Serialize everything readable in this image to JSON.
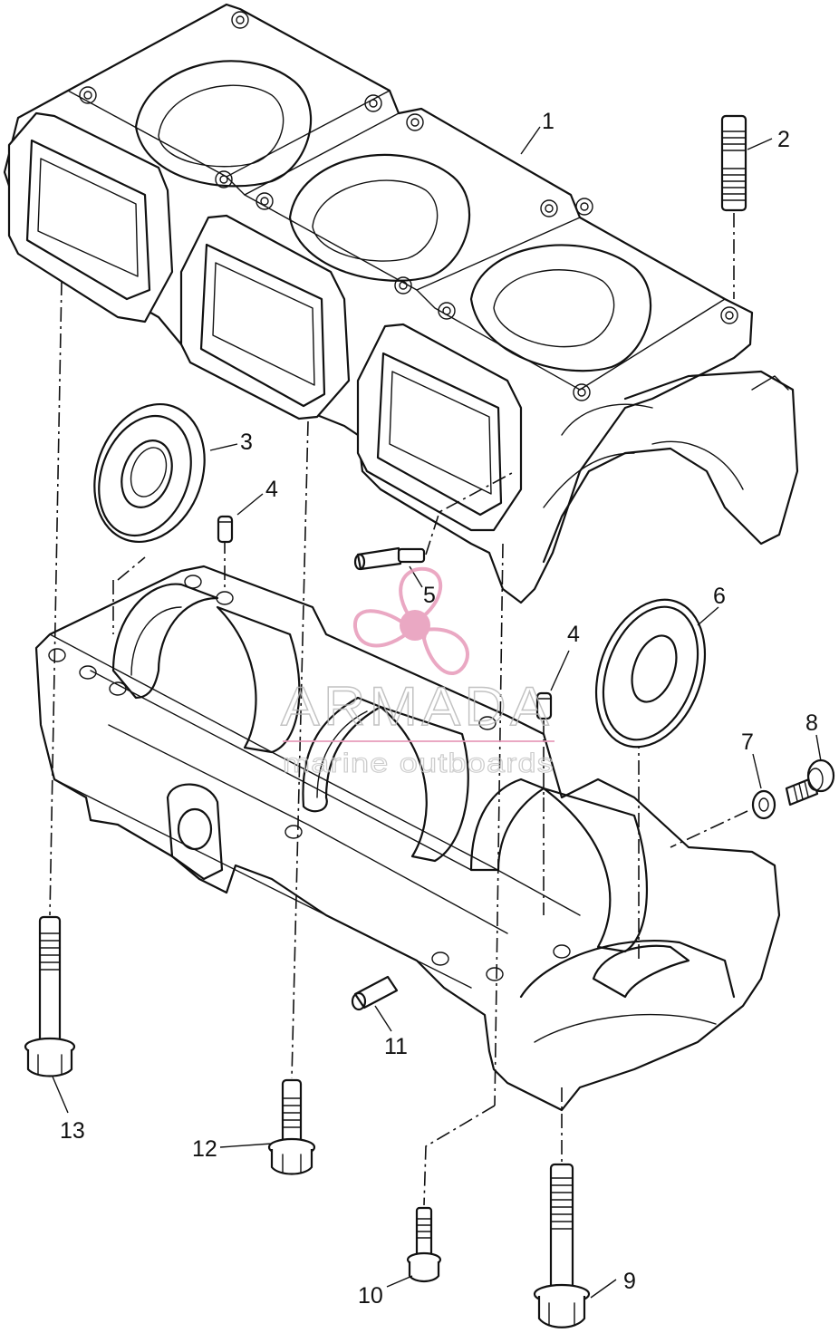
{
  "watermark": {
    "brand": "ARMADA",
    "tagline": "marine outboards",
    "logo_icon": "propeller-icon",
    "logo_color": "#e79ab9"
  },
  "callouts": [
    "1",
    "2",
    "3",
    "4",
    "5",
    "4",
    "6",
    "7",
    "8",
    "9",
    "10",
    "11",
    "12",
    "13"
  ]
}
